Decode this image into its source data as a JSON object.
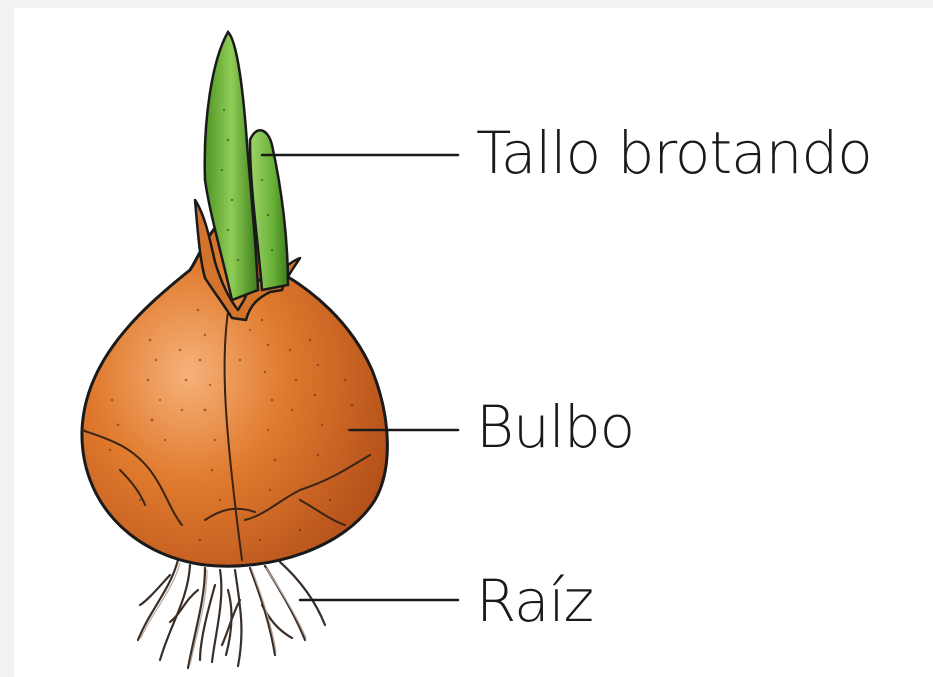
{
  "labels": {
    "stem": "Tallo brotando",
    "bulb": "Bulbo",
    "root": "Raíz"
  },
  "colors": {
    "background": "#f2f2f2",
    "panel": "#ffffff",
    "bulb_orange": "#d2691e",
    "bulb_light": "#f0a060",
    "stem_green": "#5aa02c",
    "stem_light": "#b8e08a",
    "outline": "#1a1a1a"
  }
}
